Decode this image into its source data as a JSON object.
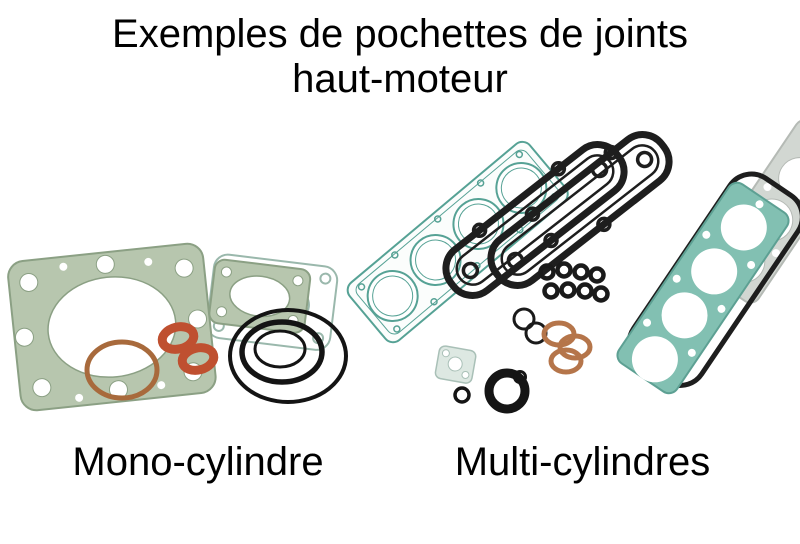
{
  "title": {
    "line1": "Exemples de pochettes de joints",
    "line2": "haut-moteur"
  },
  "figures": {
    "mono": {
      "caption": "Mono-cylindre",
      "image_name": "mono-cylinder-top-end-gasket-set-photo"
    },
    "multi": {
      "caption": "Multi-cylindres",
      "image_name": "multi-cylinder-top-end-gasket-set-photo"
    }
  },
  "colors": {
    "background": "#ffffff",
    "text": "#000000",
    "gasket_green": "#b7c6ae",
    "gasket_green_outline": "#8ba084",
    "gasket_teal": "#82c0b2",
    "gasket_teal_outline": "#56a295",
    "gasket_black": "#1e1e1e",
    "copper": "#a86a3c",
    "orange": "#bf5030",
    "gray": "#d2d7d2"
  }
}
